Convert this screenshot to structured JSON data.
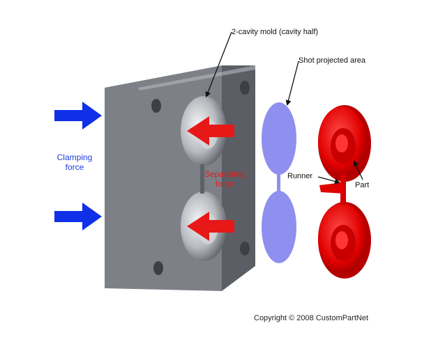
{
  "labels": {
    "mold": "2-cavity mold (cavity half)",
    "shot_area": "Shot projected area",
    "runner": "Runner",
    "part": "Part",
    "clamping_line1": "Clamping",
    "clamping_line2": "force",
    "separating_line1": "Separating",
    "separating_line2": "force",
    "copyright": "Copyright © 2008 CustomPartNet"
  },
  "colors": {
    "clamping": "#1030e8",
    "separating": "#e81818",
    "shot_area": "#8f8ff0",
    "part": "#e00000",
    "mold_front": "#7d8087",
    "mold_top": "#a4a7ad",
    "mold_side": "#5b5e64"
  },
  "icons": [
    "clamping-force-arrow",
    "separating-force-arrow",
    "callout-arrow"
  ]
}
